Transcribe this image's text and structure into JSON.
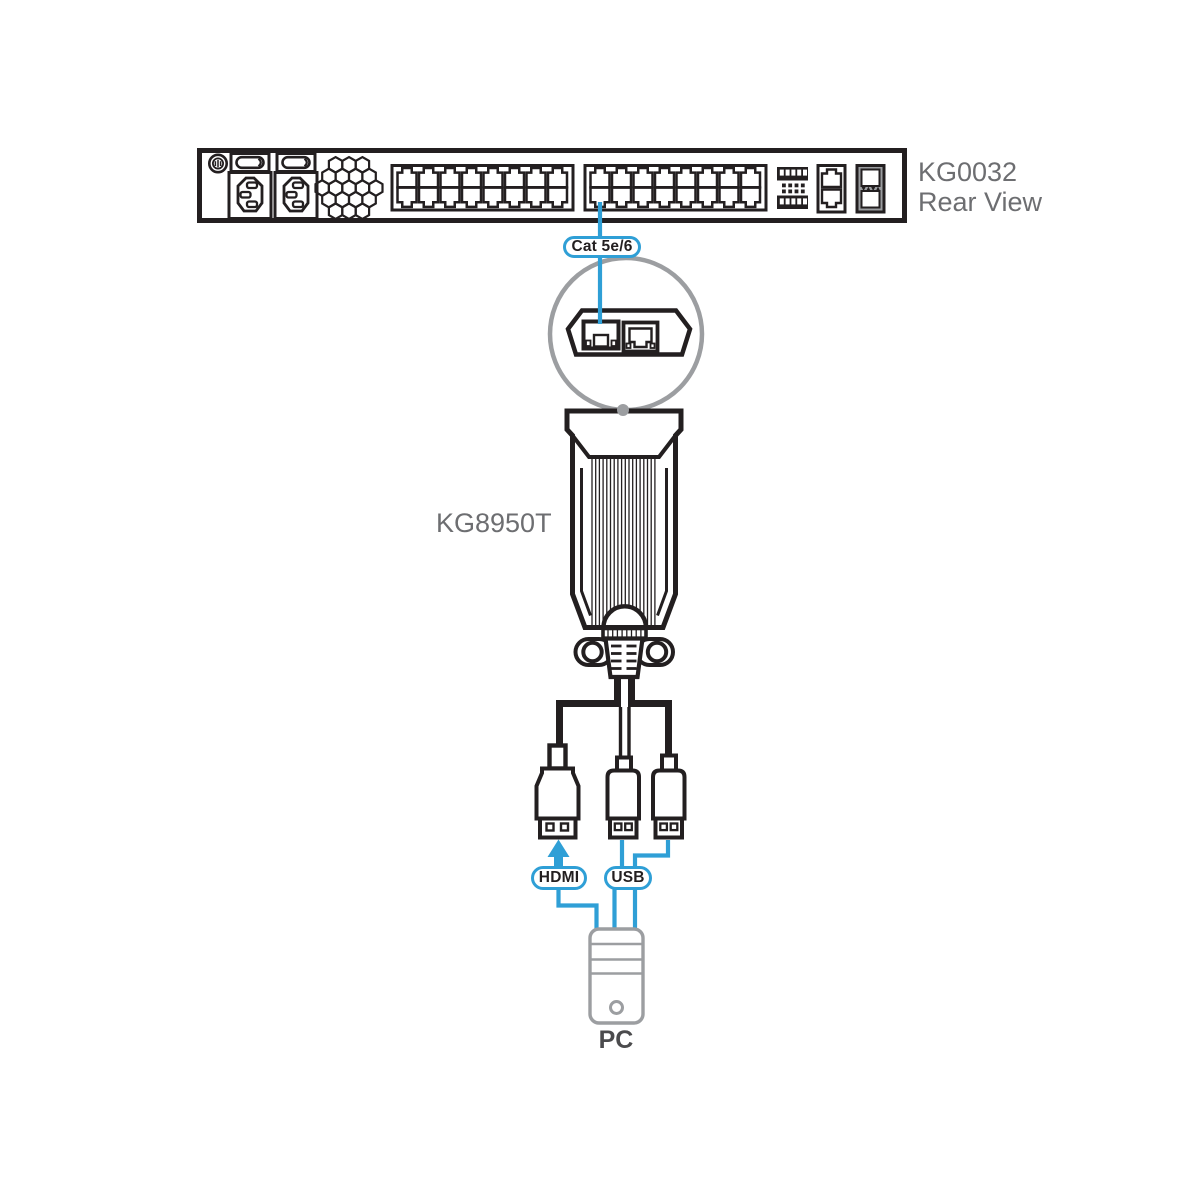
{
  "colors": {
    "line_dark": "#231f20",
    "accent_blue": "#2f9fd6",
    "outline_gray": "#9c9ea1",
    "label_gray": "#6d6e71",
    "pc_label_dark": "#4b4b4d"
  },
  "rack": {
    "model_label": "KG0032",
    "view_label": "Rear View",
    "rj45_banks": 2,
    "rj45_ports_per_row": 8,
    "rj45_rows_per_bank": 2
  },
  "adapter": {
    "model_label": "KG8950T"
  },
  "connection_labels": {
    "cat": "Cat 5e/6",
    "hdmi": "HDMI",
    "usb": "USB"
  },
  "pc": {
    "label": "PC"
  }
}
